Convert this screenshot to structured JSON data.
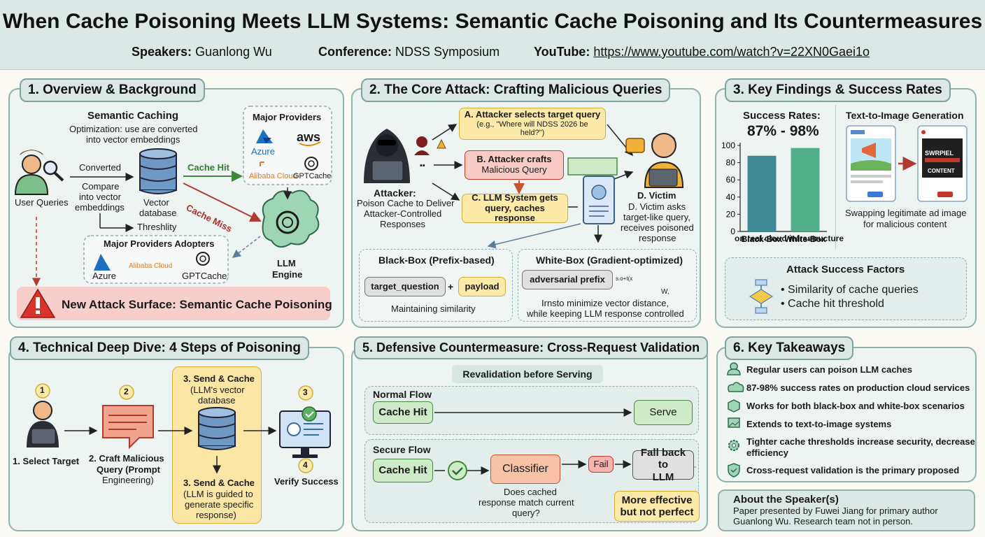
{
  "header": {
    "title": "When Cache Poisoning Meets LLM Systems: Semantic Cache Poisoning and Its Countermeasures",
    "speakers_label": "Speakers:",
    "speakers_value": "Guanlong Wu",
    "conference_label": "Conference:",
    "conference_value": "NDSS Symposium",
    "youtube_label": "YouTube:",
    "youtube_value": "https://www.youtube.com/watch?v=22XN0Gaei1o"
  },
  "s1": {
    "title": "1. Overview & Background",
    "semantic_caching": "Semantic Caching",
    "optimization_1": "Optimization: use are converted",
    "optimization_2": "into vector embeddings",
    "user_queries": "User Queries",
    "converted": "Converted",
    "compare_1": "Compare",
    "compare_2": "into vector",
    "compare_3": "embeddings",
    "vector_db_1": "Vector",
    "vector_db_2": "database",
    "threshold": "Threshlity",
    "cache_hit": "Cache Hit",
    "cache_miss": "Cache Miss",
    "major_providers": "Major Providers",
    "azure": "Azure",
    "aws": "aws",
    "alibaba": "Alibaba Cloud",
    "gptcache": "GPTCache",
    "adopters": "Major Providers Adopters",
    "llm_engine_1": "LLM",
    "llm_engine_2": "Engine",
    "new_attack": "New Attack Surface: Semantic Cache Poisoning"
  },
  "s2": {
    "title": "2. The Core Attack: Crafting Malicious Queries",
    "attacker": "Attacker:",
    "attacker_desc_1": "Poison Cache to Deliver",
    "attacker_desc_2": "Attacker-Controlled",
    "attacker_desc_3": "Responses",
    "step_a_1": "A. Attacker selects target query",
    "step_a_2": "(e.g., \"Where will NDSS 2026 be held?\")",
    "step_b_1": "B. Attacker crafts",
    "step_b_2": "Malicious Query",
    "step_c_1": "C. LLM System gets",
    "step_c_2": "query, caches response",
    "victim_1": "D. Victim",
    "victim_2": "D. Victim asks",
    "victim_3": "target-like query,",
    "victim_4": "receives poisoned",
    "victim_5": "response",
    "blackbox_title": "Black-Box (Prefix-based)",
    "target_question": "target_question",
    "plus": "+",
    "payload": "payload",
    "maintaining": "Maintaining similarity",
    "whitebox_title": "White-Box (Gradient-optimized)",
    "adversarial_prefix": "adversarial prefix",
    "wb_desc_1": "Irnsto minimize vector distance,",
    "wb_desc_2": "while keeping LLM response controlled",
    "wb_axis_label": "s.o+t(x",
    "wb_w": "W,"
  },
  "s3": {
    "title": "3. Key Findings & Success Rates",
    "success_label": "Success Rates:",
    "success_value": "87% - 98%",
    "t2i_title": "Text-to-Image Generation",
    "t2i_desc_1": "Swapping legitimate ad image",
    "t2i_desc_2": "for malicious content",
    "factors_title": "Attack Success Factors",
    "factor_1": "Similarity of cache queries",
    "factor_2": "Cache hit threshold",
    "fake_ad_1": "SWRPIEL",
    "fake_ad_2": "CONTENT"
  },
  "chart_data": {
    "type": "bar",
    "categories": [
      "Black-Box",
      "White-Box"
    ],
    "values": [
      88,
      97
    ],
    "xlabel": "on real cloud infrastructure",
    "ylim": [
      0,
      100
    ],
    "yticks": [
      0,
      20,
      40,
      60,
      80,
      100
    ],
    "colors": [
      "#3f8a95",
      "#4fb08a"
    ]
  },
  "s4": {
    "title": "4. Technical Deep Dive: 4 Steps of Poisoning",
    "n1": "1",
    "n2": "2",
    "n3": "3",
    "n4": "4",
    "select_target": "1. Select Target",
    "craft_1": "2. Craft Malicious",
    "craft_2": "Query (Prompt",
    "craft_3": "Engineering)",
    "send_cache_top_1": "3. Send & Cache",
    "send_cache_top_2": "(LLM's vector",
    "send_cache_top_3": "database",
    "send_cache_bot_1": "3. Send & Cache",
    "send_cache_bot_2": "(LLM is guided to",
    "send_cache_bot_3": "generate specific",
    "send_cache_bot_4": "response)",
    "verify": "Verify Success"
  },
  "s5": {
    "title": "5. Defensive Countermeasure: Cross-Request Validation",
    "revalidation": "Revalidation before Serving",
    "normal_flow": "Normal Flow",
    "cache_hit": "Cache Hit",
    "serve": "Serve",
    "secure_flow": "Secure Flow",
    "classifier": "Classifier",
    "fail": "Fail",
    "fallback_1": "Fall back to",
    "fallback_2": "LLM",
    "question_1": "Does cached",
    "question_2": "response match current",
    "question_3": "query?",
    "effective_1": "More effective",
    "effective_2": "but not perfect"
  },
  "s6": {
    "title": "6. Key Takeaways",
    "items": [
      "Regular users can poison LLM caches",
      "87-98% success rates on production cloud services",
      "Works for both black-box and white-box scenarios",
      "Extends to text-to-image systems",
      "Tighter cache thresholds increase security, decrease",
      "efficiency",
      "Cross-request validation is the primary proposed"
    ]
  },
  "speaker": {
    "title": "About the Speaker(s)",
    "line_1": "Paper presented by Fuwei Jiang for primary author",
    "line_2": "Guanlong Wu. Research team not in person."
  }
}
